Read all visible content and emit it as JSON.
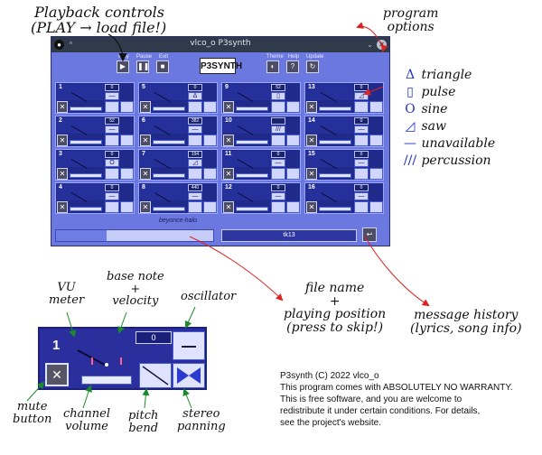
{
  "annotations": {
    "playback": "Playback controls",
    "playback2": "(PLAY → load file!)",
    "program": "program",
    "program2": "options",
    "filename1": "file name",
    "filename2": "+",
    "filename3": "playing position",
    "filename4": "(press to skip!)",
    "history1": "message history",
    "history2": "(lyrics, song info)",
    "vu1": "VU",
    "vu2": "meter",
    "basenote1": "base note",
    "basenote2": "+",
    "basenote3": "velocity",
    "osc": "oscillator",
    "mute1": "mute",
    "mute2": "button",
    "vol1": "channel",
    "vol2": "volume",
    "bend1": "pitch",
    "bend2": "bend",
    "pan1": "stereo",
    "pan2": "panning"
  },
  "legend": [
    {
      "icon": "triangle-icon",
      "symbol": "Δ",
      "label": "triangle"
    },
    {
      "icon": "pulse-icon",
      "symbol": "▯",
      "label": "pulse"
    },
    {
      "icon": "sine-icon",
      "symbol": "O",
      "label": "sine"
    },
    {
      "icon": "saw-icon",
      "symbol": "◿",
      "label": "saw"
    },
    {
      "icon": "unavailable-icon",
      "symbol": "—",
      "label": "unavailable"
    },
    {
      "icon": "percussion-icon",
      "symbol": "///",
      "label": "percussion"
    }
  ],
  "window": {
    "title": "vlco_o P3synth",
    "toolbar": {
      "play": "Play",
      "pause": "Pause",
      "exit": "Exit",
      "theme": "Theme",
      "help": "Help",
      "update": "Update"
    },
    "logo": "P3SYNTH",
    "filename": "beyonce-halo",
    "message": "tk13",
    "playback_fraction": 0.32
  },
  "channels": [
    {
      "n": "1",
      "base": "0",
      "osc": "—"
    },
    {
      "n": "5",
      "base": "0",
      "osc": "Δ"
    },
    {
      "n": "9",
      "base": "52",
      "osc": "▯"
    },
    {
      "n": "13",
      "base": "0",
      "osc": "◿"
    },
    {
      "n": "2",
      "base": "52",
      "osc": "—"
    },
    {
      "n": "6",
      "base": "382",
      "osc": "—"
    },
    {
      "n": "10",
      "base": "",
      "osc": "///"
    },
    {
      "n": "14",
      "base": "0",
      "osc": "—"
    },
    {
      "n": "3",
      "base": "0",
      "osc": "O"
    },
    {
      "n": "7",
      "base": "194",
      "osc": "◿"
    },
    {
      "n": "11",
      "base": "0",
      "osc": "—"
    },
    {
      "n": "15",
      "base": "0",
      "osc": "—"
    },
    {
      "n": "4",
      "base": "0",
      "osc": "—"
    },
    {
      "n": "8",
      "base": "440",
      "osc": "—"
    },
    {
      "n": "12",
      "base": "0",
      "osc": "—"
    },
    {
      "n": "16",
      "base": "0",
      "osc": "—"
    }
  ],
  "zoom_channel": {
    "n": "1",
    "base": "0",
    "mute": "✕"
  },
  "license": "P3synth (C) 2022 vlco_o\nThis program comes with ABSOLUTELY NO WARRANTY.\nThis is free software, and you are welcome to\nredistribute it under certain conditions. For details,\nsee the project's website."
}
